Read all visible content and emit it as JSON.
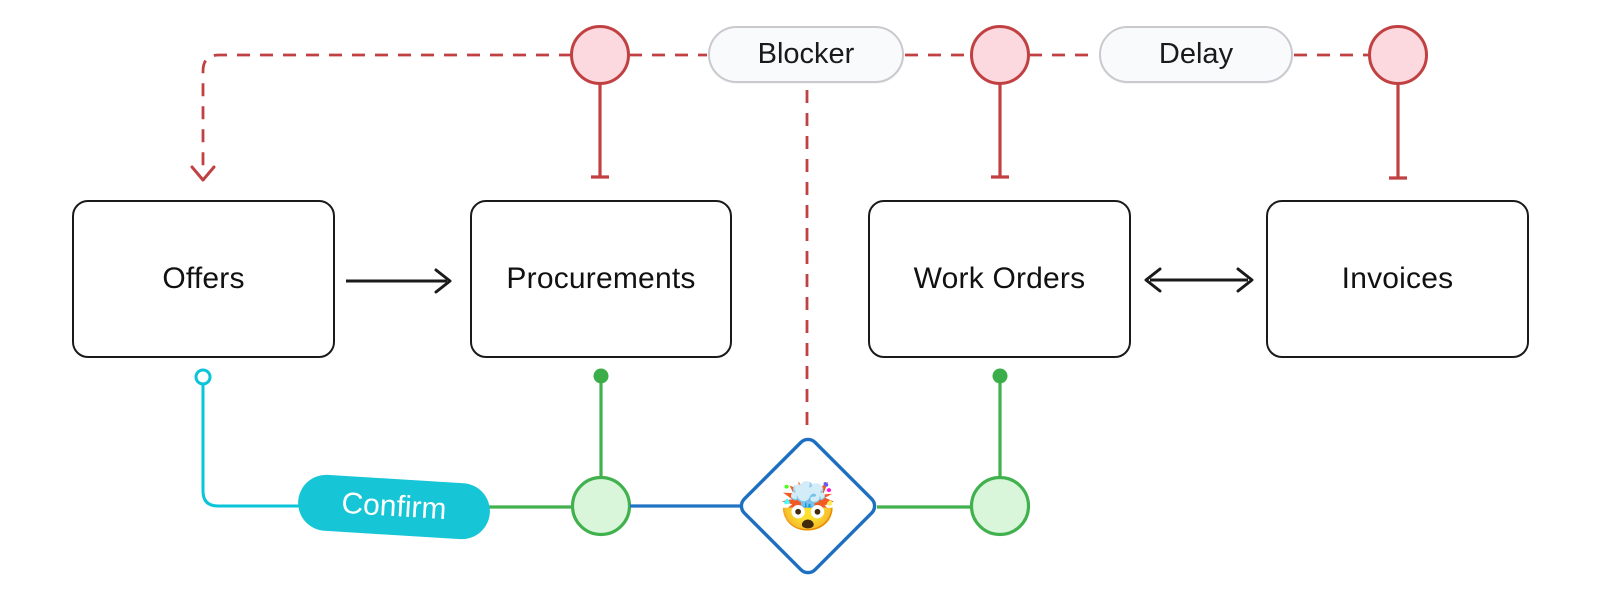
{
  "diagram": {
    "nodes": [
      {
        "id": "offers",
        "label": "Offers"
      },
      {
        "id": "procurements",
        "label": "Procurements"
      },
      {
        "id": "work-orders",
        "label": "Work Orders"
      },
      {
        "id": "invoices",
        "label": "Invoices"
      }
    ],
    "issue_pills": [
      {
        "id": "blocker",
        "label": "Blocker"
      },
      {
        "id": "delay",
        "label": "Delay"
      }
    ],
    "confirm_pill": {
      "label": "Confirm"
    },
    "diamond": {
      "emoji": "🤯",
      "emoji_name": "exploding-head"
    },
    "colors": {
      "red_stroke": "#c14143",
      "red_fill": "#fbd9de",
      "pill_border": "#c9c9ce",
      "pill_fill": "#f9fafc",
      "black": "#1a1a1a",
      "cyan": "#0ac4da",
      "confirm_fill": "#16c5d6",
      "green": "#41b14e",
      "green_fill": "#d9f6da",
      "green_dot": "#3bae49",
      "blue": "#2173c5",
      "diamond_border": "#1d6fc2"
    }
  }
}
